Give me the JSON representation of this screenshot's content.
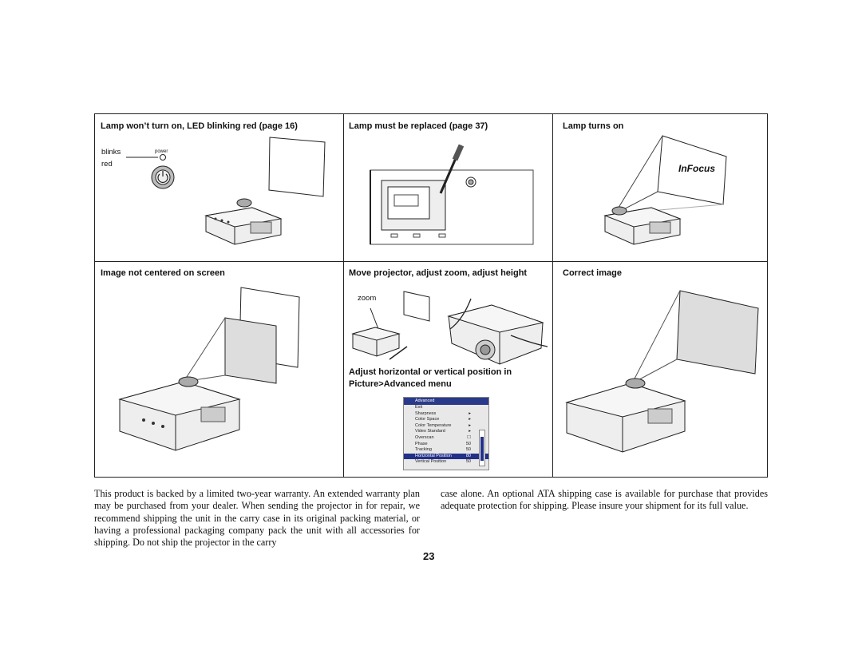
{
  "panels": {
    "p1": {
      "caption": "Lamp won’t turn on, LED blinking red (page 16)",
      "label_blinks": "blinks",
      "label_red": "red",
      "label_power": "power"
    },
    "p2": {
      "caption": "Lamp must be replaced (page 37)"
    },
    "p3": {
      "caption": "Lamp turns on",
      "logo": "InFocus"
    },
    "p4": {
      "caption": "Image not centered on screen"
    },
    "p5": {
      "caption": "Move projector, adjust zoom, adjust height",
      "label_zoom": "zoom",
      "caption2_line1": "Adjust horizontal or vertical position in",
      "caption2_line2": "Picture>Advanced menu"
    },
    "p6": {
      "caption": "Correct image"
    }
  },
  "menu": {
    "title": "Advanced",
    "items": [
      {
        "label": "Exit",
        "value": ""
      },
      {
        "label": "Sharpness",
        "value": "▸"
      },
      {
        "label": "Color Space",
        "value": "▸"
      },
      {
        "label": "Color Temperature",
        "value": "▸"
      },
      {
        "label": "Video Standard",
        "value": "▸"
      },
      {
        "label": "Overscan",
        "value": "☐"
      },
      {
        "label": "Phase",
        "value": "50"
      },
      {
        "label": "Tracking",
        "value": "50"
      },
      {
        "label": "Horizontal Position",
        "value": "80"
      },
      {
        "label": "Vertical Position",
        "value": "50"
      }
    ]
  },
  "body": {
    "col1": "This product is backed by a limited two-year warranty. An extended warranty plan may be purchased from your dealer. When sending the projector in for repair, we recommend shipping the unit in the carry case in its original packing material, or having a professional packaging company pack the unit with all accessories for shipping. Do not ship the projector in the carry",
    "col2": "case alone. An optional ATA shipping case is available for purchase that provides adequate protection for shipping. Please insure your shipment for its full value."
  },
  "page_number": "23"
}
